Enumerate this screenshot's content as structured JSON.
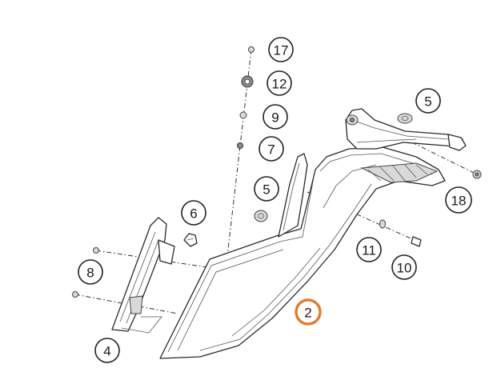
{
  "callouts": [
    {
      "id": "c17",
      "label": "17"
    },
    {
      "id": "c12",
      "label": "12"
    },
    {
      "id": "c9",
      "label": "9"
    },
    {
      "id": "c7",
      "label": "7"
    },
    {
      "id": "c5a",
      "label": "5"
    },
    {
      "id": "c5b",
      "label": "5"
    },
    {
      "id": "c6",
      "label": "6"
    },
    {
      "id": "c18",
      "label": "18"
    },
    {
      "id": "c11",
      "label": "11"
    },
    {
      "id": "c10",
      "label": "10"
    },
    {
      "id": "c8",
      "label": "8"
    },
    {
      "id": "c4",
      "label": "4"
    },
    {
      "id": "c2",
      "label": "2",
      "highlighted": true
    }
  ],
  "colors": {
    "highlight": "#e8741e",
    "line": "#222222",
    "background": "#ffffff"
  }
}
